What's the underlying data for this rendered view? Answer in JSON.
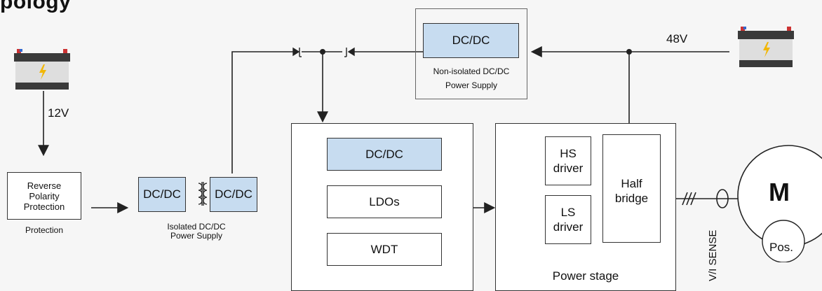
{
  "title": "pology",
  "battery_12v": {
    "voltage_label": "12V"
  },
  "battery_48v": {
    "voltage_label": "48V"
  },
  "reverse_polarity": {
    "label": "Reverse Polarity Protection",
    "caption": "Protection"
  },
  "isolated_dcdc": {
    "left": "DC/DC",
    "right": "DC/DC",
    "caption_line1": "Isolated DC/DC",
    "caption_line2": "Power Supply"
  },
  "non_isolated_dcdc": {
    "label": "DC/DC",
    "caption_line1": "Non-isolated DC/DC",
    "caption_line2": "Power Supply"
  },
  "power_mgmt": {
    "dcdc": "DC/DC",
    "ldos": "LDOs",
    "wdt": "WDT"
  },
  "power_stage": {
    "hs_line1": "HS",
    "hs_line2": "driver",
    "ls_line1": "LS",
    "ls_line2": "driver",
    "half_line1": "Half",
    "half_line2": "bridge",
    "caption": "Power stage"
  },
  "motor": {
    "label": "M",
    "pos": "Pos.",
    "sense": "V/I SENSE"
  },
  "colors": {
    "block_fill": "#c7dcf0",
    "line": "#222222",
    "background": "#f6f6f6"
  }
}
